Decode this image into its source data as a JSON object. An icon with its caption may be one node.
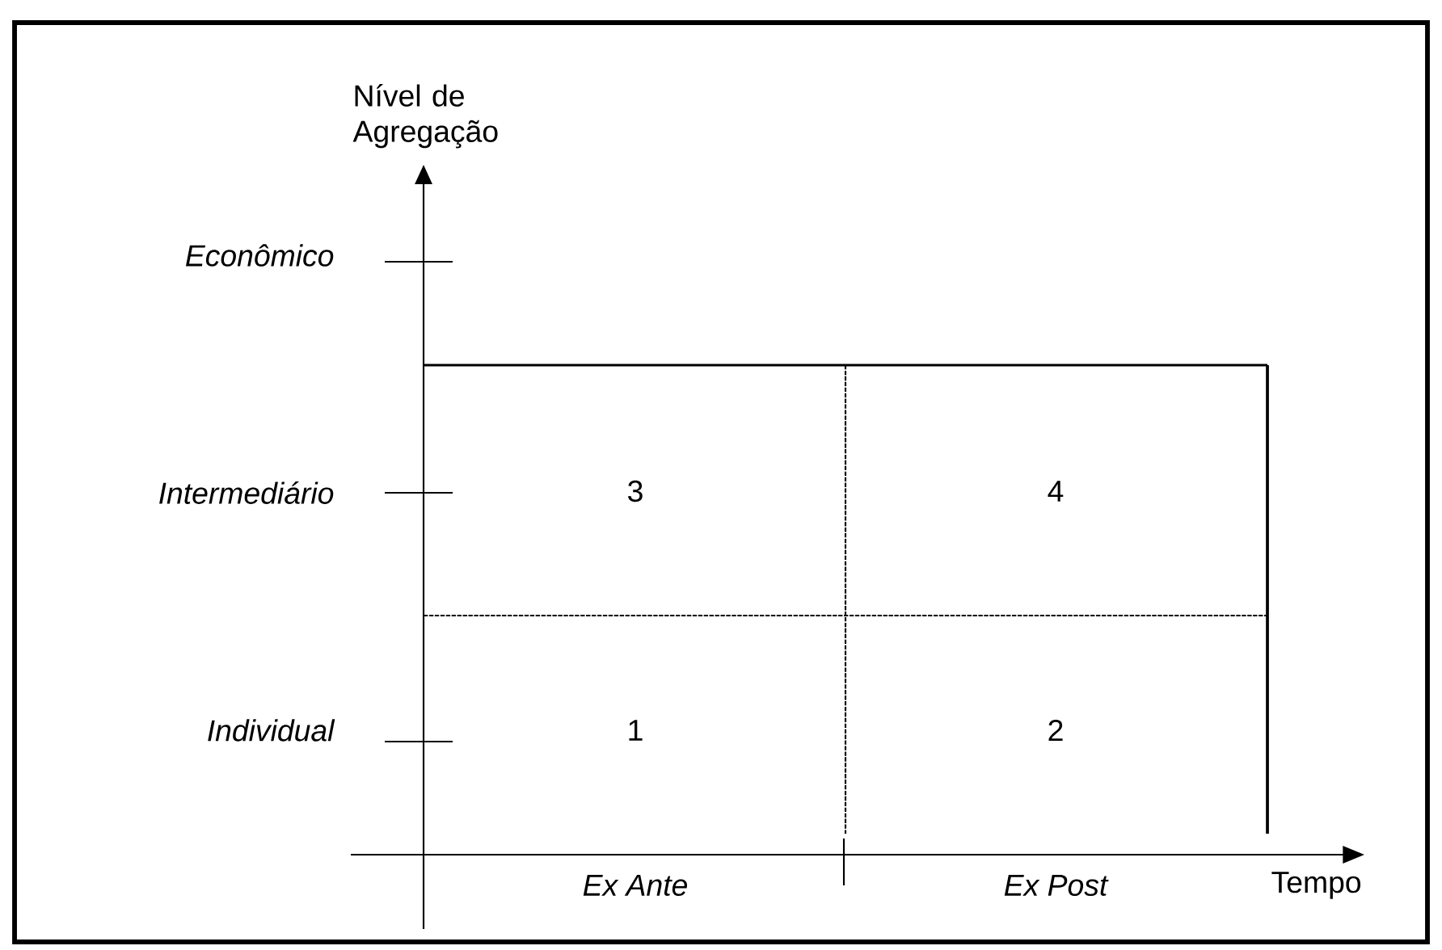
{
  "diagram": {
    "nodes": [
      {
        "text": [
          "3"
        ]
      },
      {
        "text": [
          "4"
        ]
      },
      {
        "text": [
          "1"
        ]
      },
      {
        "text": [
          "2"
        ]
      }
    ],
    "labels": [
      "Nível de Agregação",
      "Econômico",
      "Intermediário",
      "Individual",
      "Ex Ante",
      "Ex Post",
      "Tempo"
    ]
  }
}
